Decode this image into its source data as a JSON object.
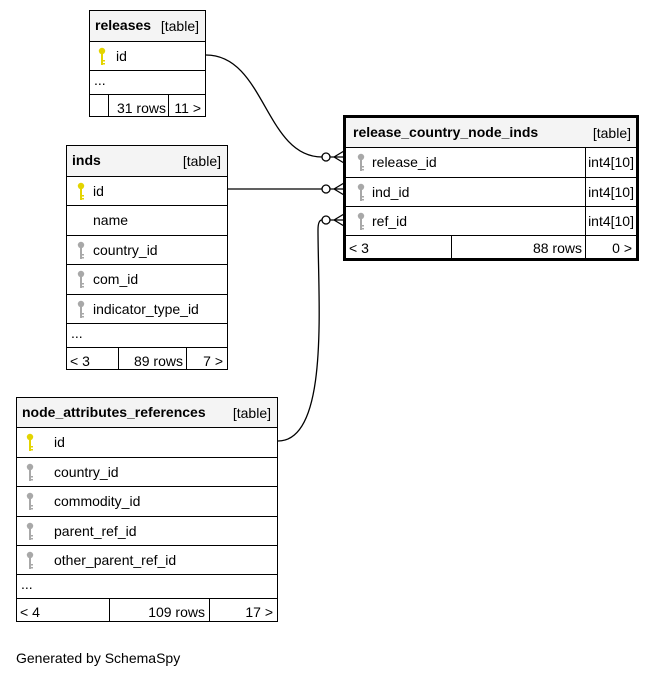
{
  "tables": {
    "releases": {
      "name": "releases",
      "kind": "[table]",
      "columns": [
        {
          "name": "id",
          "key": "primary"
        }
      ],
      "ellipsis": "...",
      "footer": {
        "left": "",
        "rows": "31 rows",
        "right": "11 >"
      }
    },
    "inds": {
      "name": "inds",
      "kind": "[table]",
      "columns": [
        {
          "name": "id",
          "key": "primary"
        },
        {
          "name": "name",
          "key": "none"
        },
        {
          "name": "country_id",
          "key": "foreign"
        },
        {
          "name": "com_id",
          "key": "foreign"
        },
        {
          "name": "indicator_type_id",
          "key": "foreign"
        }
      ],
      "ellipsis": "...",
      "footer": {
        "left": "< 3",
        "rows": "89 rows",
        "right": "7 >"
      }
    },
    "release_country_node_inds": {
      "name": "release_country_node_inds",
      "kind": "[table]",
      "columns": [
        {
          "name": "release_id",
          "key": "foreign",
          "type": "int4[10]"
        },
        {
          "name": "ind_id",
          "key": "foreign",
          "type": "int4[10]"
        },
        {
          "name": "ref_id",
          "key": "foreign",
          "type": "int4[10]"
        }
      ],
      "footer": {
        "left": "< 3",
        "rows": "88 rows",
        "right": "0 >"
      }
    },
    "node_attributes_references": {
      "name": "node_attributes_references",
      "kind": "[table]",
      "columns": [
        {
          "name": "id",
          "key": "primary"
        },
        {
          "name": "country_id",
          "key": "foreign"
        },
        {
          "name": "commodity_id",
          "key": "foreign"
        },
        {
          "name": "parent_ref_id",
          "key": "foreign"
        },
        {
          "name": "other_parent_ref_id",
          "key": "foreign"
        }
      ],
      "ellipsis": "...",
      "footer": {
        "left": "< 4",
        "rows": "109 rows",
        "right": "17 >"
      }
    }
  },
  "relationships": [
    {
      "from": "releases.id",
      "to": "release_country_node_inds.release_id"
    },
    {
      "from": "inds.id",
      "to": "release_country_node_inds.ind_id"
    },
    {
      "from": "node_attributes_references.id",
      "to": "release_country_node_inds.ref_id"
    }
  ],
  "colors": {
    "primary_key": "#e3d400",
    "foreign_key": "#a8a8a8",
    "header_bg": "#f4f4f4"
  },
  "generated_by": "Generated by SchemaSpy"
}
